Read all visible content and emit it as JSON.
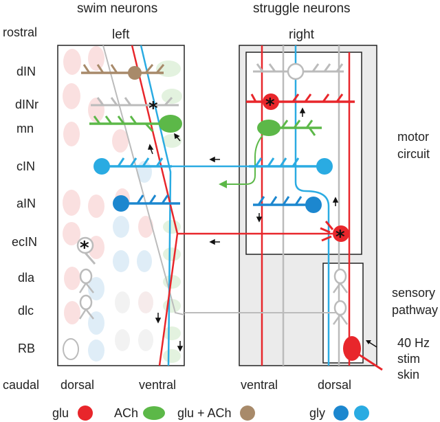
{
  "headers": {
    "swim": "swim neurons",
    "struggle": "struggle neurons",
    "rostral": "rostral",
    "left": "left",
    "right": "right",
    "caudal": "caudal"
  },
  "rows": [
    "dIN",
    "dINr",
    "mn",
    "cIN",
    "aIN",
    "ecIN",
    "dla",
    "dlc",
    "RB"
  ],
  "bottom_left": {
    "dorsal": "dorsal",
    "ventral": "ventral"
  },
  "bottom_right": {
    "ventral": "ventral",
    "dorsal": "dorsal"
  },
  "side_labels": {
    "motor_1": "motor",
    "motor_2": "circuit",
    "sensory_1": "sensory",
    "sensory_2": "pathway"
  },
  "stim": {
    "line1": "40 Hz",
    "line2": "stim",
    "line3": "skin"
  },
  "star_symbol": "*",
  "legend": {
    "glu": "glu",
    "ach": "ACh",
    "glu_ach": "glu + ACh",
    "gly": "gly"
  },
  "colors": {
    "glu": "#e8262b",
    "ach": "#5cb848",
    "glu_ach": "#a88a6a",
    "gly_dark": "#1c87cf",
    "gly_light": "#2aabe2",
    "grey": "#bbbbbb",
    "panel_bg": "#ebebeb"
  }
}
